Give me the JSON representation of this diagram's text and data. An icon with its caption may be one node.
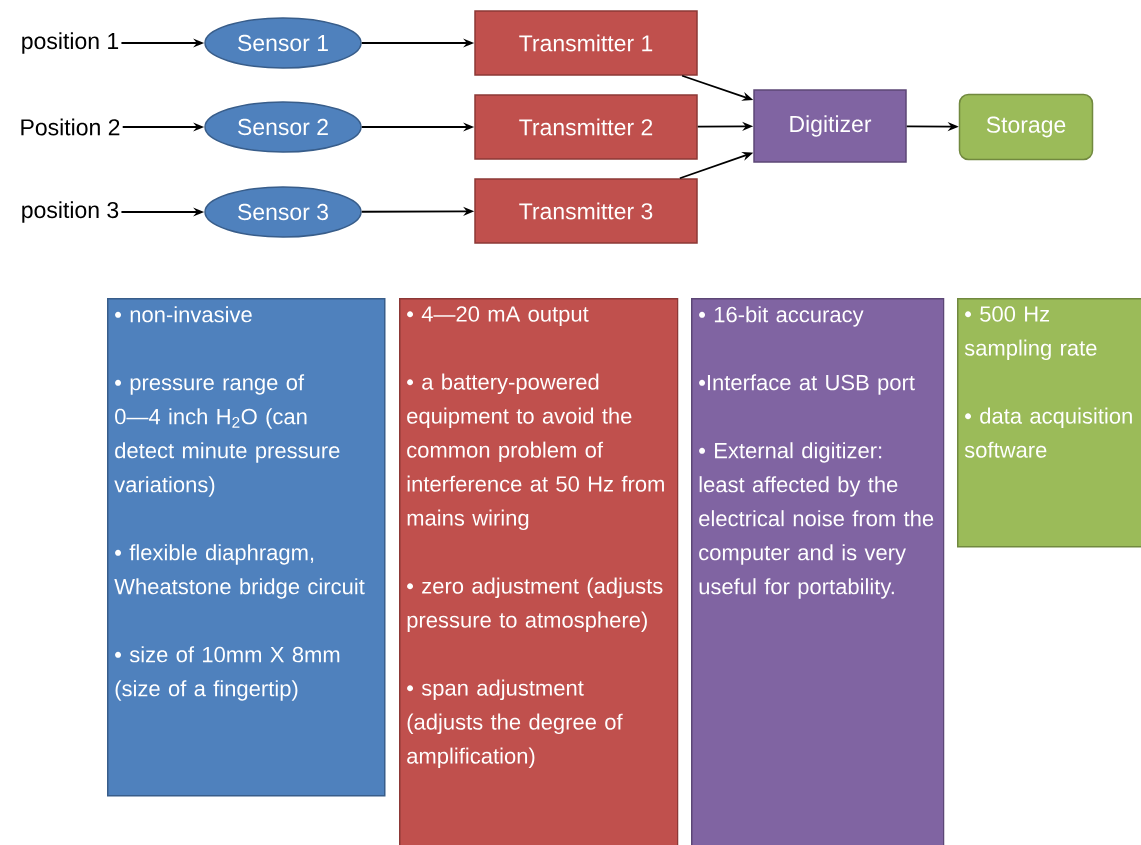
{
  "diagram": {
    "nodes": [
      {
        "text": [
          "position 1"
        ]
      },
      {
        "text": [
          "Sensor 1"
        ]
      },
      {
        "text": [
          "Transmitter 1"
        ]
      },
      {
        "text": [
          "Position 2"
        ]
      },
      {
        "text": [
          "Sensor 2"
        ]
      },
      {
        "text": [
          "Transmitter 2"
        ]
      },
      {
        "text": [
          "position 3"
        ]
      },
      {
        "text": [
          "Sensor 3"
        ]
      },
      {
        "text": [
          "Transmitter 3"
        ]
      },
      {
        "text": [
          "Digitizer"
        ]
      },
      {
        "text": [
          "Storage"
        ]
      },
      {
        "text": [
          "• non-invasive",
          "• pressure range of 0—4 inch H$_{2}$O (can detect minute pressure variations)",
          "• flexible diaphragm, Wheatstone  bridge circuit",
          "• size of 10mm X 8mm (size of a fingertip)"
        ]
      },
      {
        "text": [
          "• 4—20 mA output",
          "• a battery-powered equipment to avoid the common problem of interference at 50 Hz from mains wiring",
          "• zero adjustment (adjusts pressure to atmosphere)",
          "• span adjustment (adjusts the degree of amplification)"
        ]
      },
      {
        "text": [
          "• 16-bit accuracy",
          "•Interface at USB port",
          "• External digitizer: least affected by the electrical noise from the computer and is very useful for portability."
        ]
      },
      {
        "text": [
          "• 500 Hz sampling rate",
          "• data acquisition software"
        ]
      }
    ],
    "edges": [
      {
        "from": 0,
        "to": 1,
        "arrow": "to"
      },
      {
        "from": 1,
        "to": 2,
        "arrow": "to"
      },
      {
        "from": 3,
        "to": 4,
        "arrow": "to"
      },
      {
        "from": 4,
        "to": 5,
        "arrow": "to"
      },
      {
        "from": 6,
        "to": 7,
        "arrow": "to"
      },
      {
        "from": 7,
        "to": 8,
        "arrow": "to"
      },
      {
        "from": 2,
        "to": 9,
        "arrow": "to"
      },
      {
        "from": 5,
        "to": 9,
        "arrow": "to"
      },
      {
        "from": 8,
        "to": 9,
        "arrow": "to"
      },
      {
        "from": 9,
        "to": 10,
        "arrow": "to"
      }
    ]
  }
}
